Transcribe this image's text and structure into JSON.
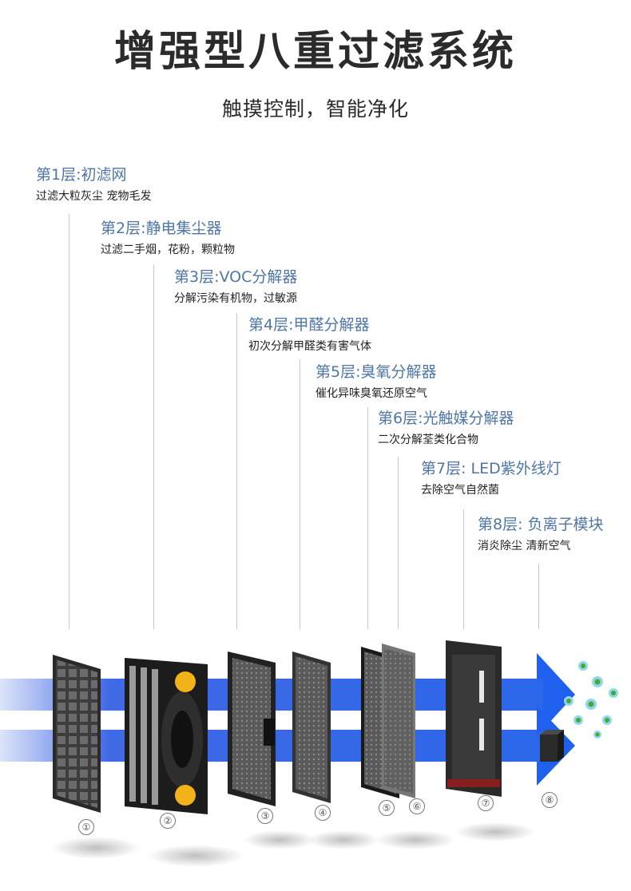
{
  "header": {
    "title": "增强型八重过滤系统",
    "subtitle": "触摸控制，智能净化"
  },
  "layers": [
    {
      "heading": "第1层:初滤网",
      "desc": "过滤大粒灰尘  宠物毛发",
      "number": "①"
    },
    {
      "heading": "第2层:静电集尘器",
      "desc": "过滤二手烟，花粉，颗粒物",
      "number": "②"
    },
    {
      "heading": "第3层:VOC分解器",
      "desc": "分解污染有机物，过敏源",
      "number": "③"
    },
    {
      "heading": "第4层:甲醛分解器",
      "desc": "初次分解甲醛类有害气体",
      "number": "④"
    },
    {
      "heading": "第5层:臭氧分解器",
      "desc": "催化异味臭氧还原空气",
      "number": "⑤"
    },
    {
      "heading": "第6层:光触媒分解器",
      "desc": "二次分解荃类化合物",
      "number": "⑥"
    },
    {
      "heading": "第7层: LED紫外线灯",
      "desc": "去除空气自然菌",
      "number": "⑦"
    },
    {
      "heading": "第8层: 负离子模块",
      "desc": "消炎除尘  清新空气",
      "number": "⑧"
    }
  ],
  "colors": {
    "heading": "#4f76a5",
    "airflow": "#1f4fe0",
    "accent": "#f2b31a"
  }
}
